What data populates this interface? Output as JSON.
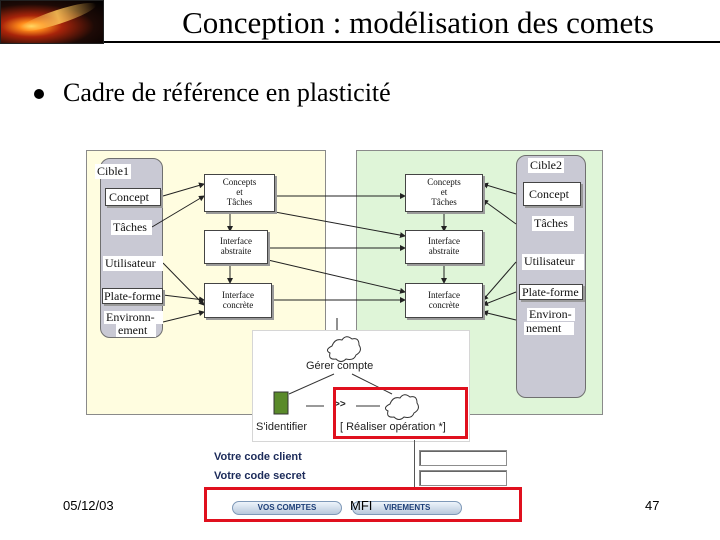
{
  "header": {
    "title": "Conception : modélisation des comets"
  },
  "bullet": {
    "text": "Cadre de référence en plasticité"
  },
  "diagram": {
    "cible1": {
      "title": "Cible1",
      "items": [
        "Concept",
        "Tâches",
        "Utilisateur",
        "Plate-forme",
        "Environn-",
        "ement"
      ]
    },
    "cible2": {
      "title": "Cible2",
      "items": [
        "Concept",
        "Tâches",
        "Utilisateur",
        "Plate-forme",
        "Environ-",
        "nement"
      ]
    },
    "left_levels": {
      "concepts_1": "Concepts",
      "concepts_2": "et",
      "concepts_3": "Tâches",
      "abstraite_1": "Interface",
      "abstraite_2": "abstraite",
      "concrete_1": "Interface",
      "concrete_2": "concrète"
    },
    "right_levels": {
      "concepts_1": "Concepts",
      "concepts_2": "et",
      "concepts_3": "Tâches",
      "abstraite_1": "Interface",
      "abstraite_2": "abstraite",
      "concrete_1": "Interface",
      "concrete_2": "concrète"
    }
  },
  "usecase": {
    "gerer": "Gérer compte",
    "identifier": "S'identifier",
    "arrow": ">>",
    "realiser": "[ Réaliser opération   *]"
  },
  "form": {
    "code_client_label": "Votre code client",
    "code_secret_label": "Votre code secret",
    "button_comptes": "VOS COMPTES",
    "button_virements": "VIREMENTS"
  },
  "footer": {
    "date": "05/12/03",
    "center": "MFI",
    "page": "47"
  },
  "colors": {
    "highlight_red": "#e0101e",
    "cible1_bg": "#fffde0",
    "cible2_bg": "#dff5d8"
  }
}
